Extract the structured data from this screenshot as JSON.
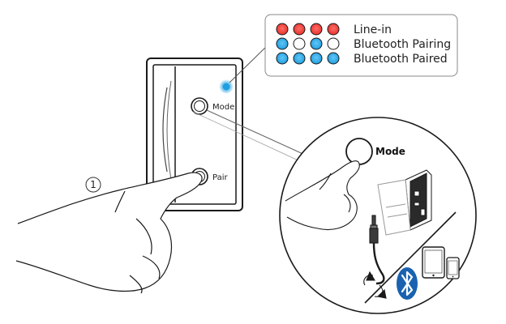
{
  "step_number": "1",
  "device": {
    "mode_label": "Mode",
    "pair_label": "Pair"
  },
  "legend": {
    "rows": [
      {
        "label": "Line-in",
        "leds": [
          "red",
          "red",
          "red",
          "red"
        ]
      },
      {
        "label": "Bluetooth Pairing",
        "leds": [
          "blue",
          "white",
          "blue",
          "white"
        ]
      },
      {
        "label": "Bluetooth Paired",
        "leds": [
          "blue",
          "blue",
          "blue",
          "blue"
        ]
      }
    ]
  },
  "zoom": {
    "mode_label": "Mode"
  },
  "colors": {
    "led_red": "#e8322e",
    "led_blue": "#1f9fe0",
    "led_white": "#ffffff",
    "outline": "#1a1a1a",
    "bluetooth_badge": "#1a62b0"
  },
  "icons": [
    "led-indicator-icon",
    "hand-pointer-icon",
    "audio-jack-icon",
    "bluetooth-icon",
    "tablet-icon",
    "smartphone-icon",
    "amplifier-icon"
  ]
}
